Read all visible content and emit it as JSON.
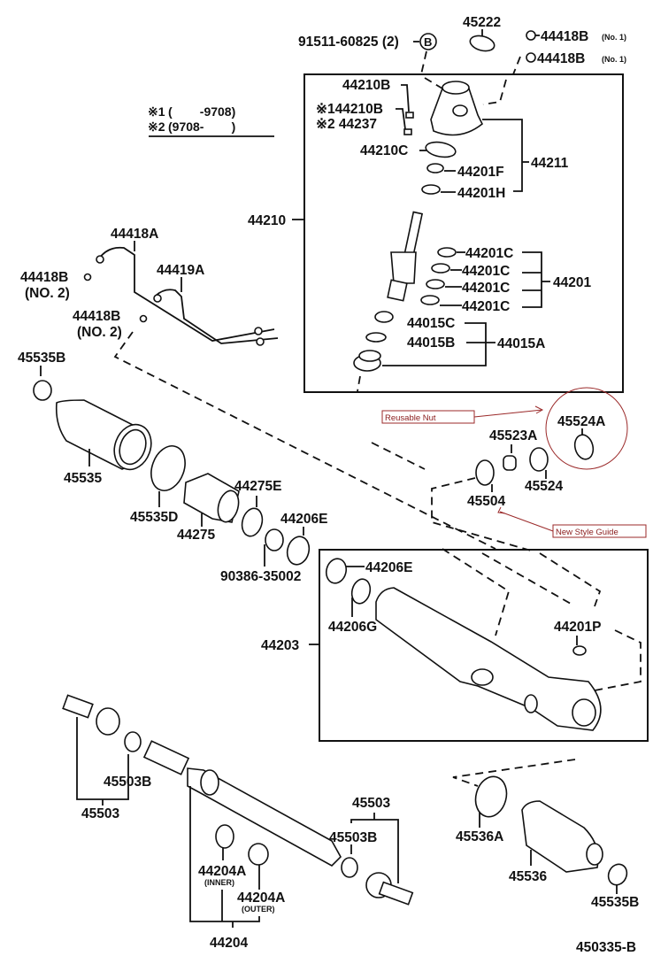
{
  "diagram": {
    "title_code": "450335-B",
    "legend": {
      "row1_marker": "※1",
      "row1_range": "(        -9708)",
      "row2_marker": "※2",
      "row2_range": "(9708-        )"
    },
    "labels": {
      "p91511": "91511-60825 (2)",
      "circle_b": "B",
      "p45222": "45222",
      "p44418B_no1_a": "44418B",
      "p44418B_no1_b": "44418B",
      "no1": "(No. 1)",
      "p44210B": "44210B",
      "p44210B_s1": "※144210B",
      "p44237_s2": "※2 44237",
      "p44210C": "44210C",
      "p44201F": "44201F",
      "p44201H": "44201H",
      "p44211": "44211",
      "p44210": "44210",
      "p44201C_1": "44201C",
      "p44201C_2": "44201C",
      "p44201C_3": "44201C",
      "p44201C_4": "44201C",
      "p44201": "44201",
      "p44015C": "44015C",
      "p44015B": "44015B",
      "p44015A": "44015A",
      "p44418A": "44418A",
      "p44419A": "44419A",
      "p44418B_no2_a": "44418B",
      "p44418B_no2_b": "44418B",
      "no2_a": "(NO. 2)",
      "no2_b": "(NO. 2)",
      "p45535B_top": "45535B",
      "p45535": "45535",
      "p45535D": "45535D",
      "p44275": "44275",
      "p44275E": "44275E",
      "p44206E_out": "44206E",
      "p90386": "90386-35002",
      "p45523A": "45523A",
      "p45524A": "45524A",
      "p45524": "45524",
      "p45504": "45504",
      "p44206E_in": "44206E",
      "p44206G": "44206G",
      "p44203": "44203",
      "p44201P": "44201P",
      "p45503B_left": "45503B",
      "p45503_left": "45503",
      "p45503_right": "45503",
      "p45503B_right": "45503B",
      "p44204A_inner": "44204A",
      "inner": "(INNER)",
      "p44204A_outer": "44204A",
      "outer": "(OUTER)",
      "p44204": "44204",
      "p45536A": "45536A",
      "p45536": "45536",
      "p45535B_bottom": "45535B"
    },
    "annotations": {
      "reusable_nut": "Reusable Nut",
      "new_style_guide": "New Style Guide",
      "color": "#9b2a2a"
    }
  }
}
